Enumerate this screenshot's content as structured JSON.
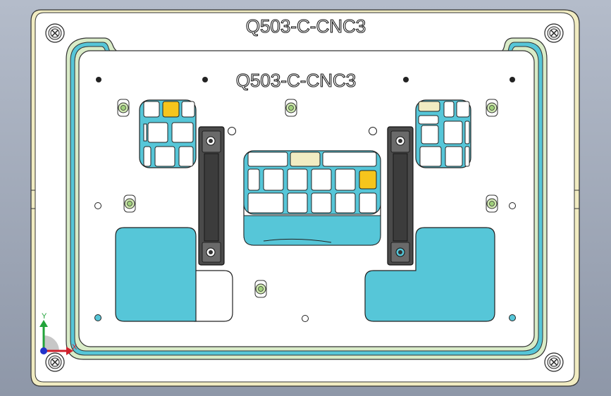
{
  "part": {
    "outer_label": "Q503-C-CNC3",
    "inner_label": "Q503-C-CNC3"
  },
  "triad": {
    "y_label": "Y",
    "x_label": "X"
  },
  "colors": {
    "background": "#a3abba",
    "plate": "#ffffff",
    "rim": "#f1ecc2",
    "frame_edge": "#d9ecc8",
    "cavity": "#56c6d8",
    "handle": "#4a4a4a",
    "pad_highlight": "#f6c51c",
    "locating_pin": "#cfe8b0",
    "axis_y": "#22a33a",
    "axis_x": "#d0202c",
    "axis_z": "#2233cc"
  }
}
